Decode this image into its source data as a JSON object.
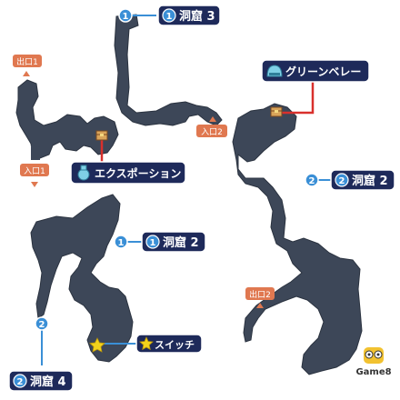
{
  "colors": {
    "cave": "#3d4758",
    "cave_edge": "#2b3340",
    "marker_blue": "#3a8fd6",
    "label_bg": "#1e2a5a",
    "exit_orange": "#e07850",
    "line_red": "#d9302c"
  },
  "markers": [
    {
      "id": "m1",
      "num": "1",
      "label": "洞窟 3"
    },
    {
      "id": "m2",
      "num": "2",
      "label": "洞窟 2"
    },
    {
      "id": "m3",
      "num": "1",
      "label": "洞窟 2"
    },
    {
      "id": "m4",
      "num": "2",
      "label": "洞窟 4"
    }
  ],
  "exits": {
    "exit1": "出口1",
    "entrance1": "入口1",
    "entrance2": "入口2",
    "exit2": "出口2"
  },
  "items": {
    "potion": {
      "label": "エクスポーション",
      "icon": "potion-icon"
    },
    "beret": {
      "label": "グリーンベレー",
      "icon": "helmet-icon"
    },
    "switch": {
      "label": "スイッチ",
      "icon": "star-icon"
    }
  },
  "logo": {
    "text": "Game8"
  }
}
